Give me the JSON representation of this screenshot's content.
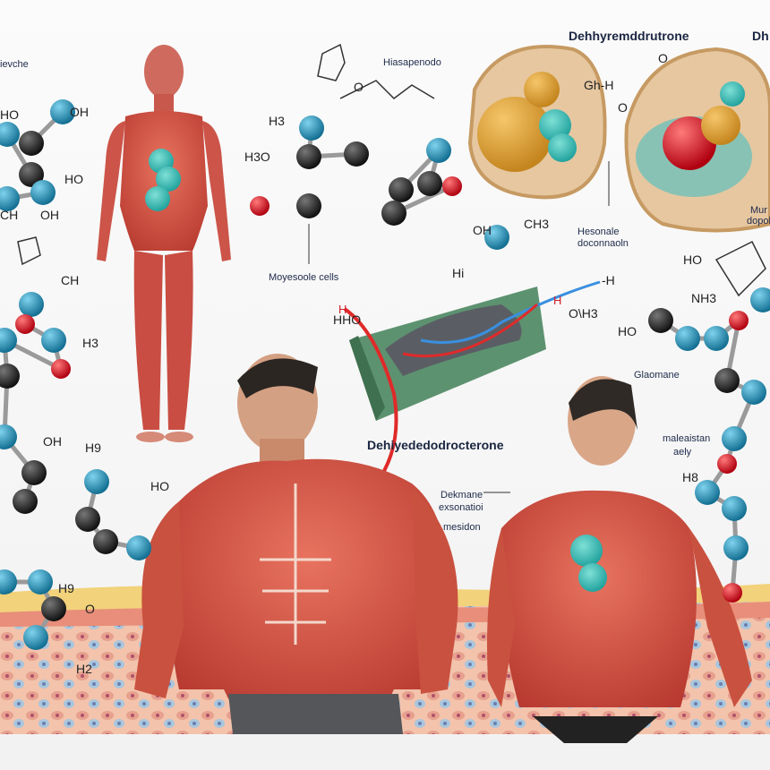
{
  "labels": {
    "top_left": "ievche",
    "title_right": "Dehhyremddrutrone",
    "title_right_cut": "Dh",
    "center_top": "Hiasapenodo",
    "myosole": "Moyesoole cells",
    "fiber": "Dehiyededodrocterone",
    "hormone": [
      "Hesonale",
      "doconnaoln"
    ],
    "right_cut": [
      "Mur",
      "dopol"
    ],
    "glaomane": "Glaomane",
    "molecular": [
      "maleaistan",
      "aely"
    ],
    "dekmane": [
      "Dekmane",
      "exsonatioi",
      "mesidon"
    ]
  },
  "chem": {
    "ho1": "HO",
    "oh1": "OH",
    "ho2": "HO",
    "oh2": "OH",
    "ch1": "CH",
    "ch2": "CH",
    "h3a": "H3",
    "oh3": "OH",
    "h9": "H9",
    "ho3": "HO",
    "h2": "H2",
    "h9b": "H9",
    "h3o": "H3O",
    "h3b": "H3",
    "oh4": "OH",
    "ch3": "CH3",
    "hho": "HHO",
    "hi": "Hi",
    "h_red": "H",
    "h_red2": "H",
    "h_end": "-H",
    "oh3h": "O\\H3",
    "gh": "Gh-H",
    "ho4": "HO",
    "nh": "NH3",
    "ho5": "HO",
    "h8": "H8",
    "oh5": "O",
    "o1": "O",
    "o2": "O",
    "o3": "O"
  },
  "colors": {
    "muscle": "#d9544a",
    "atom_blue": "#1f8fb5",
    "atom_black": "#2a2a2a",
    "atom_red": "#d4161f",
    "cell": "#e8c9a0",
    "skin_band": "#f0b49a"
  }
}
